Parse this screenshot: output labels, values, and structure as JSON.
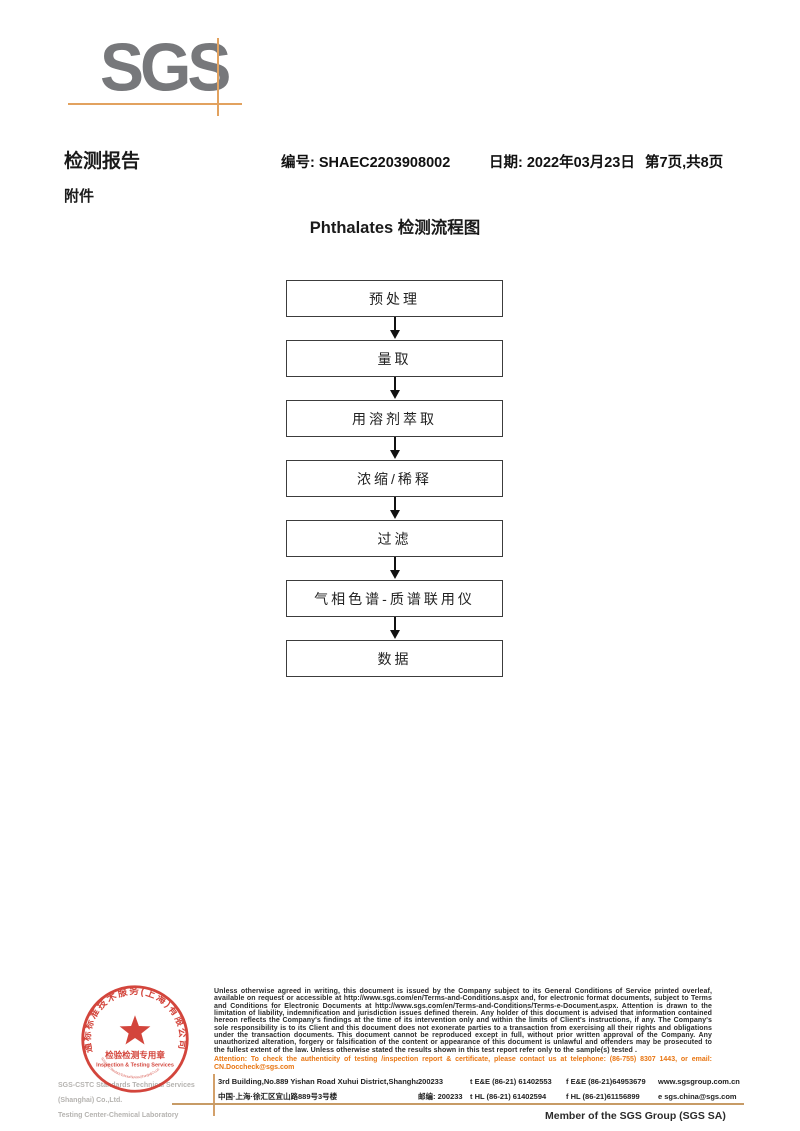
{
  "logo": {
    "text": "SGS"
  },
  "header": {
    "report_title": "检测报告",
    "report_no": "编号: SHAEC2203908002",
    "date": "日期: 2022年03月23日",
    "page": "第7页,共8页",
    "attachment": "附件"
  },
  "flowchart": {
    "title": "Phthalates 检测流程图",
    "steps": [
      "预处理",
      "量取",
      "用溶剂萃取",
      "浓缩/稀释",
      "过滤",
      "气相色谱-质谱联用仪",
      "数据"
    ]
  },
  "stamp": {
    "ring_text": "通标标准技术服务(上海)有限公司",
    "ring_bottom_text": "SGS-CSTC Standards Technical Services (Shanghai) Co.,Ltd.",
    "line_cn": "检验检测专用章",
    "line_en": "Inspection & Testing Services",
    "company_line1": "SGS-CSTC Standards Technical Services (Shanghai) Co.,Ltd.",
    "company_line2": "Testing Center-Chemical Laboratory"
  },
  "footer": {
    "legal_text": "Unless otherwise agreed in writing, this document is issued by the Company subject to its General Conditions of Service printed overleaf, available on request or accessible at http://www.sgs.com/en/Terms-and-Conditions.aspx and, for electronic format documents, subject to Terms and Conditions for Electronic Documents at http://www.sgs.com/en/Terms-and-Conditions/Terms-e-Document.aspx. Attention is drawn to the limitation of liability, indemnification and jurisdiction issues defined therein. Any holder of this document is advised that information contained hereon reflects the Company's findings at the time of its intervention only and within the limits of Client's instructions, if any. The Company's sole responsibility is to its Client and this document does not exonerate parties to a transaction from exercising all their rights and obligations under the transaction documents. This document cannot be reproduced except in full, without prior written approval of the Company. Any unauthorized alteration, forgery or falsification of the content or appearance of this document is unlawful and offenders may be prosecuted to the fullest extent of the law. Unless otherwise stated the results shown in this test report refer only to the sample(s) tested .",
    "attention_text": "Attention: To check the authenticity of testing /inspection report & certificate, please contact us at telephone: (86-755) 8307 1443, or email: CN.Doccheck@sgs.com",
    "address_rows": [
      {
        "address": "3rd Building,No.889 Yishan Road Xuhui District,Shanghai China",
        "postcode": "200233",
        "tel": "t E&E (86-21) 61402553",
        "fax": "f E&E (86-21)64953679",
        "right": "www.sgsgroup.com.cn"
      },
      {
        "address": "中国·上海·徐汇区宜山路889号3号楼",
        "postcode": "邮编: 200233",
        "tel": "t HL (86-21) 61402594",
        "fax": "f HL (86-21)61156899",
        "right": "e  sgs.china@sgs.com"
      }
    ],
    "member_text": "Member of the SGS Group (SGS SA)"
  },
  "colors": {
    "logo_gray": "#77787B",
    "crosshair_orange": "#E2A25F",
    "stamp_red": "#D0382E",
    "attention_orange": "#E87511",
    "footer_line_tan": "#C79B66"
  }
}
